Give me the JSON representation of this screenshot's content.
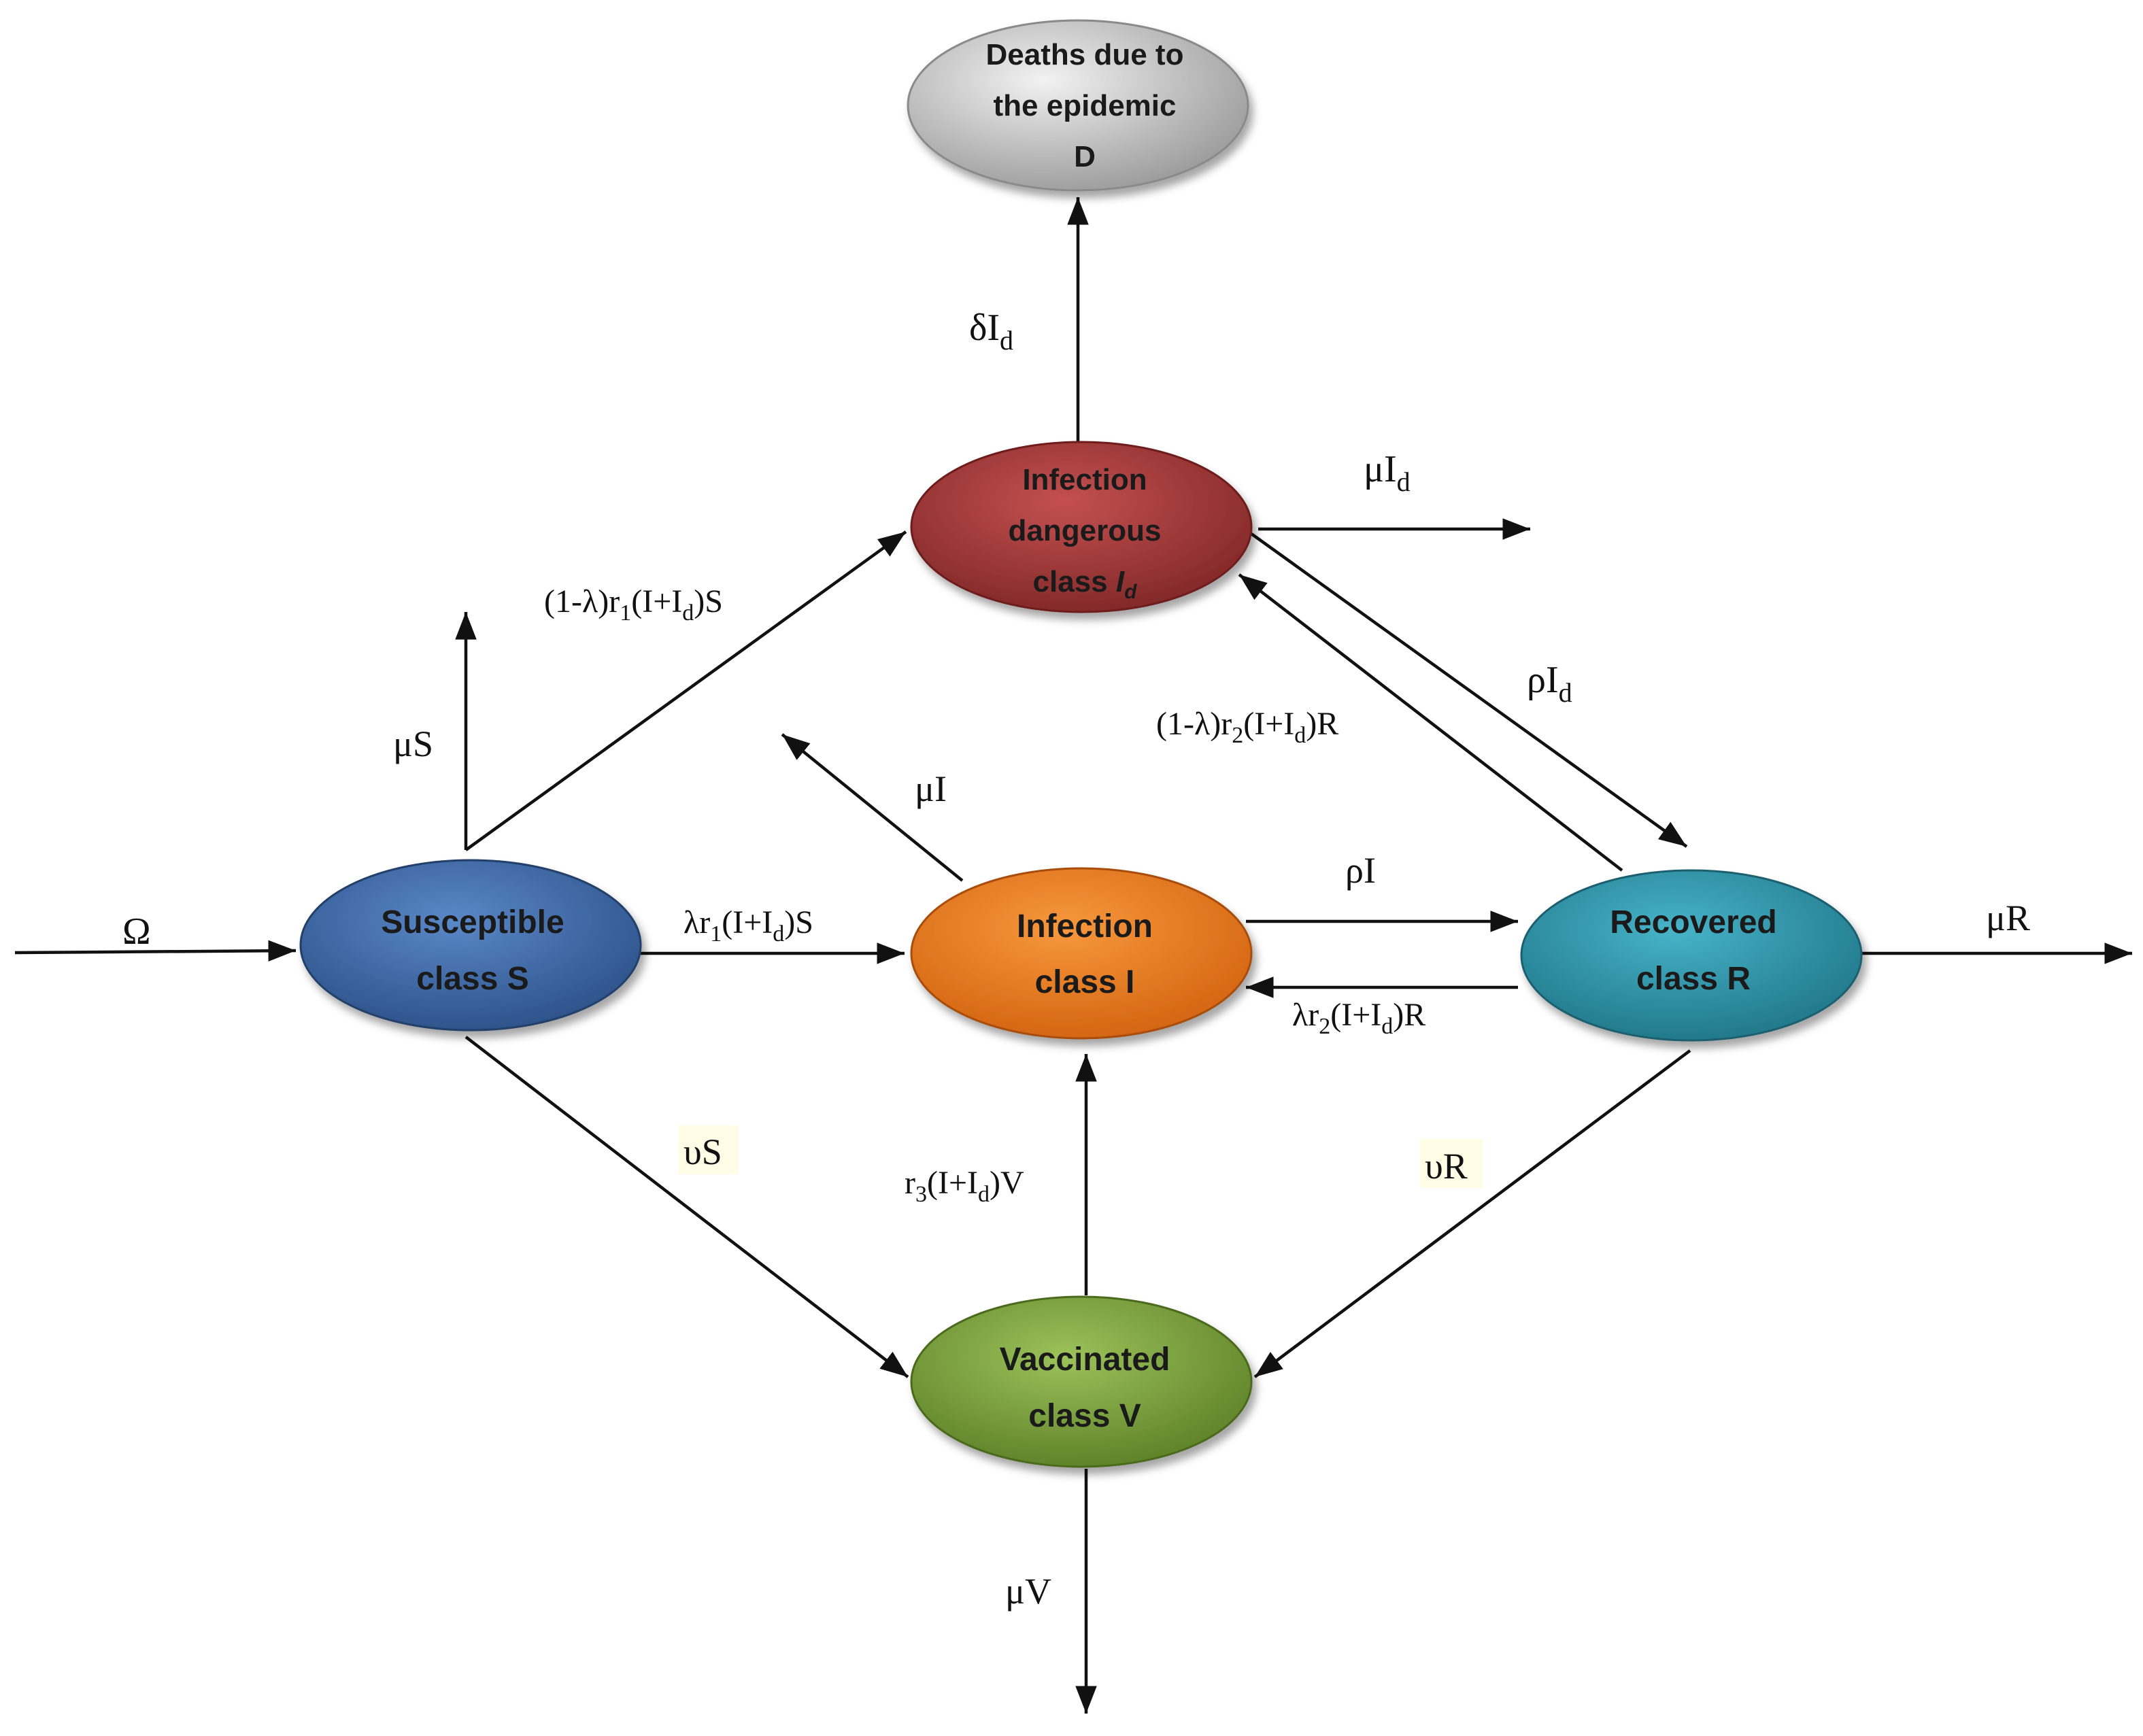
{
  "nodes": {
    "deaths": {
      "lines": [
        "Deaths due to",
        "the epidemic",
        "D"
      ],
      "color": "#c8c8c8"
    },
    "dangerous": {
      "lines": [
        "Infection",
        "dangerous",
        "class "
      ],
      "subscript_label": "I",
      "subscript_sub": "d",
      "color": "#a83a3a"
    },
    "susceptible": {
      "lines": [
        "Susceptible",
        "class S"
      ],
      "color": "#3c68a8"
    },
    "infection": {
      "lines": [
        "Infection",
        "class I"
      ],
      "color": "#ec7a22"
    },
    "recovered": {
      "lines": [
        "Recovered",
        "class R"
      ],
      "color": "#2e97ad"
    },
    "vaccinated": {
      "lines": [
        "Vaccinated",
        "class V"
      ],
      "color": "#78a03a"
    }
  },
  "labels": {
    "omega": "Ω",
    "mu_s": "μS",
    "mu_i": "μI",
    "mu_r": "μR",
    "mu_v": "μV",
    "rho_i": "ρI",
    "upsilon_s": "υS",
    "upsilon_r": "υR",
    "delta_id": {
      "main": "δI",
      "sub": "d"
    },
    "mu_id": {
      "main": "μI",
      "sub": "d"
    },
    "rho_id": {
      "main": "ρI",
      "sub": "d"
    },
    "s_to_id": {
      "p1": "(1-λ)r",
      "s1": "1",
      "p2": "(I+I",
      "s2": "d",
      "p3": ")S"
    },
    "s_to_i": {
      "p1": "λr",
      "s1": "1",
      "p2": "(I+I",
      "s2": "d",
      "p3": ")S"
    },
    "r_to_id": {
      "p1": "(1-λ)r",
      "s1": "2",
      "p2": "(I+I",
      "s2": "d",
      "p3": ")R"
    },
    "r_to_i": {
      "p1": "λr",
      "s1": "2",
      "p2": "(I+I",
      "s2": "d",
      "p3": ")R"
    },
    "v_to_i": {
      "p1": "r",
      "s1": "3",
      "p2": "(I+I",
      "s2": "d",
      "p3": ")V"
    }
  }
}
